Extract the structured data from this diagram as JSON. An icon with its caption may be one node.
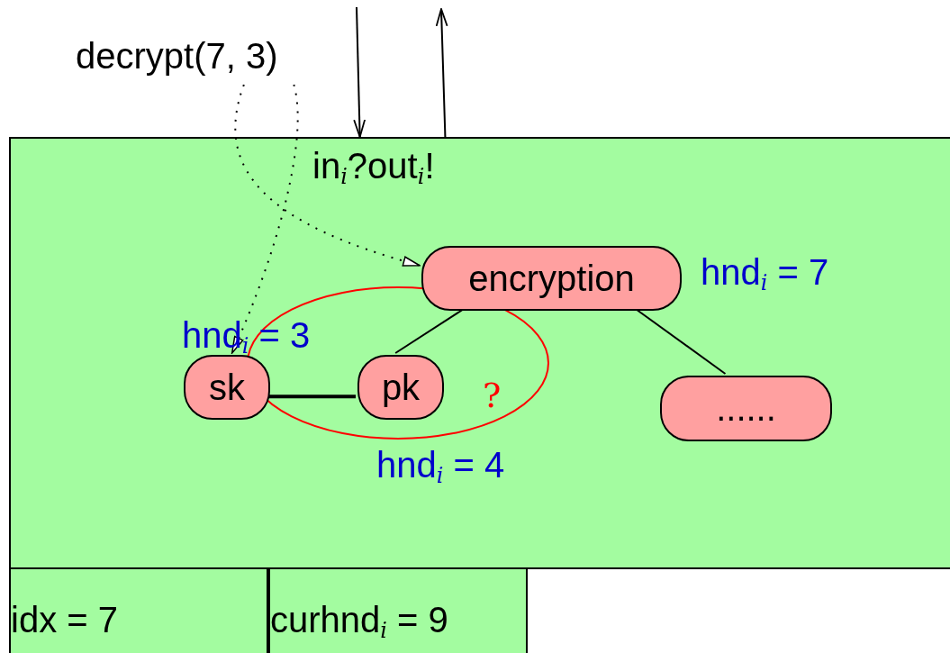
{
  "diagram": {
    "nodes": [
      {
        "text": [
          "decrypt(7, 3)"
        ]
      },
      {
        "text": [
          "in$_{i}$?out$_{i}$!"
        ]
      },
      {
        "text": [
          "encryption"
        ],
        "in": 1,
        "beside": [
          "hnd$_{i}$ = 7"
        ]
      },
      {
        "text": [
          "sk"
        ],
        "in": 1,
        "beside": [
          "hnd$_{i}$ = 3"
        ]
      },
      {
        "text": [
          "pk"
        ],
        "in": 1,
        "beside": [
          "hnd$_{i}$ = 4"
        ]
      },
      {
        "text": [
          "......"
        ],
        "in": 1
      },
      {
        "text": [
          "idx = 7"
        ]
      },
      {
        "text": [
          "curhnd$_{i}$ = 9"
        ]
      }
    ],
    "edges": [
      {
        "from": 0,
        "to": 2,
        "arrow": "to",
        "style": "dashed"
      },
      {
        "from": 0,
        "to": 3,
        "arrow": "to",
        "style": "dashed"
      },
      {
        "from": 2,
        "to": 4,
        "arrow": "none"
      },
      {
        "from": 2,
        "to": 5,
        "arrow": "none"
      },
      {
        "from": 3,
        "to": 4,
        "arrow": "none",
        "style": "thick"
      },
      {
        "from": null,
        "to": 1,
        "arrow": "to"
      },
      {
        "from": 1,
        "to": null,
        "arrow": "to"
      }
    ],
    "labels": [
      "?"
    ]
  }
}
